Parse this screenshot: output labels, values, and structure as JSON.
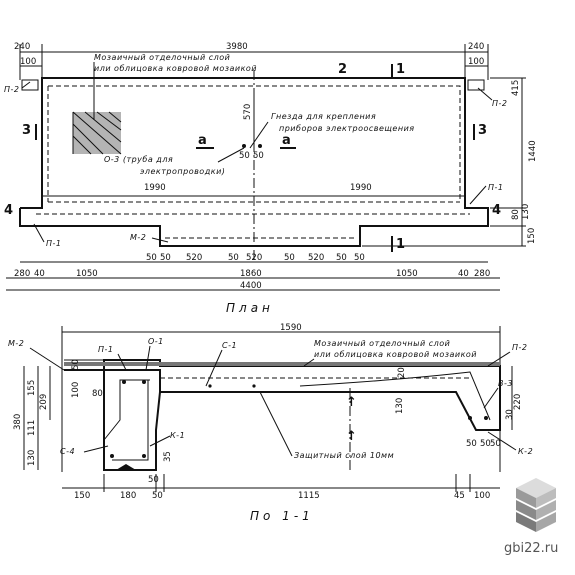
{
  "plan": {
    "title": "План",
    "dims_top": {
      "total": "3980",
      "left_a": "240",
      "left_b": "100",
      "right_a": "240",
      "right_b": "100"
    },
    "dims_inner": {
      "depth": "570",
      "seg_a": "1990",
      "seg_b": "1990",
      "off_50a": "50",
      "off_50b": "50"
    },
    "dims_right": {
      "v1": "415",
      "v2": "1440",
      "v3": "80",
      "v4": "130",
      "v5": "150"
    },
    "dims_bottom_row1": [
      "50",
      "50",
      "520",
      "50",
      "520",
      "50",
      "520",
      "50",
      "50"
    ],
    "dims_bottom_row2": {
      "a": "280",
      "b": "40",
      "c": "1050",
      "d": "1860",
      "e": "1050",
      "f": "40",
      "g": "280"
    },
    "dims_bottom_total": "4400",
    "labels": {
      "mosaic_1": "Мозаичный отделочный слой",
      "mosaic_2": "или облицовка ковровой мозаикой",
      "sockets_1": "Гнезда для крепления",
      "sockets_2": "приборов электроосвещения",
      "pipe_1": "О-3 (труба для",
      "pipe_2": "электропроводки)",
      "p1_left": "П-1",
      "p2_left": "П-2",
      "p2_right": "П-2",
      "p1_right": "П-1",
      "m2": "М-2",
      "sec_a": "а",
      "sec_a2": "а",
      "sec_2": "2",
      "sec_1_top": "1",
      "sec_1_bottom": "1",
      "sec_3_left": "3",
      "sec_3_right": "3",
      "sec_4_left": "4",
      "sec_4_right": "4"
    }
  },
  "section": {
    "title": "По 1-1",
    "dims_top": "1590",
    "dims_left": {
      "total": "380",
      "a": "155",
      "b": "209",
      "c": "130",
      "d": "111",
      "e": "100",
      "f": "50",
      "g": "80"
    },
    "dims_right": {
      "a": "220",
      "b": "50",
      "c": "130",
      "d": "30",
      "e": "20"
    },
    "dims_bottom": [
      "150",
      "180",
      "50",
      "1115",
      "45",
      "100"
    ],
    "dims_misc": [
      "35",
      "50",
      "50",
      "50"
    ],
    "labels": {
      "m2": "М-2",
      "p1": "П-1",
      "o1": "О-1",
      "c1": "С-1",
      "mosaic_1": "Мозаичный отделочный слой",
      "mosaic_2": "или облицовка ковровой мозаикой",
      "p2": "П-2",
      "v3": "В-3",
      "c4": "С-4",
      "k1": "К-1",
      "k2": "К-2",
      "cover": "Защитный слой 10мм"
    }
  },
  "watermark": "gbi22.ru",
  "colors": {
    "ink": "#111111",
    "paper": "#ffffff",
    "logo_light": "#cfcfcf",
    "logo_dark": "#8a8a8a"
  }
}
